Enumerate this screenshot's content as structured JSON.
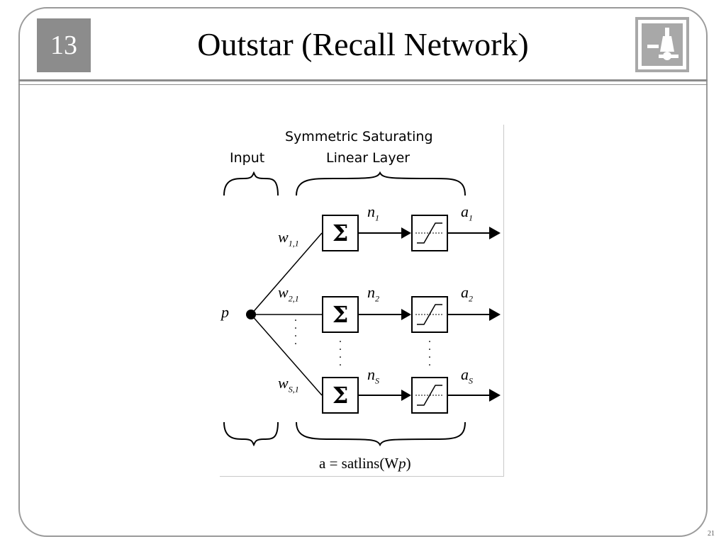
{
  "slide": {
    "chapter_number": "13",
    "title": "Outstar (Recall Network)",
    "page_number": "21"
  },
  "logo": {
    "icon": "flask-logo-icon"
  },
  "diagram": {
    "input_label": "Input",
    "layer_label_line1": "Symmetric Saturating",
    "layer_label_line2": "Linear Layer",
    "input_symbol": "p",
    "neurons": [
      {
        "weight": "w",
        "weight_sub": "1,1",
        "sum_symbol": "Σ",
        "net": "n",
        "net_sub": "1",
        "out": "a",
        "out_sub": "1"
      },
      {
        "weight": "w",
        "weight_sub": "2,1",
        "sum_symbol": "Σ",
        "net": "n",
        "net_sub": "2",
        "out": "a",
        "out_sub": "2"
      },
      {
        "weight": "w",
        "weight_sub": "S,1",
        "sum_symbol": "Σ",
        "net": "n",
        "net_sub": "S",
        "out": "a",
        "out_sub": "S"
      }
    ],
    "formula_prefix": "a = satlins(",
    "formula_w": "W",
    "formula_p": "p",
    "formula_suffix": ")"
  }
}
